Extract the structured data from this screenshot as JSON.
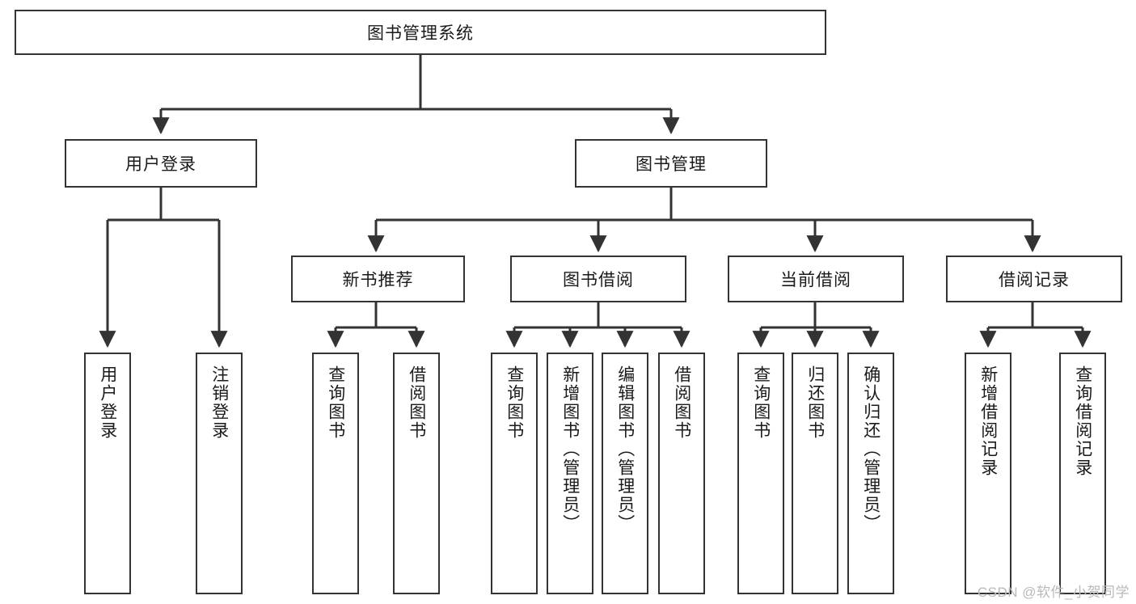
{
  "diagram": {
    "title": "图书管理系统",
    "type": "tree",
    "background_color": "#ffffff",
    "line_color": "#333333",
    "text_color": "#1a1a1a",
    "root": {
      "label": "图书管理系统"
    },
    "level1": [
      {
        "label": "用户登录"
      },
      {
        "label": "图书管理"
      }
    ],
    "level2": [
      {
        "label": "新书推荐"
      },
      {
        "label": "图书借阅"
      },
      {
        "label": "当前借阅"
      },
      {
        "label": "借阅记录"
      }
    ],
    "leaves": {
      "user_login": [
        {
          "label": "用户登录"
        },
        {
          "label": "注销登录"
        }
      ],
      "new_book_recommend": [
        {
          "label": "查询图书"
        },
        {
          "label": "借阅图书"
        }
      ],
      "book_borrow": [
        {
          "label": "查询图书"
        },
        {
          "label": "新增图书（管理员）"
        },
        {
          "label": "编辑图书（管理员）"
        },
        {
          "label": "借阅图书"
        }
      ],
      "current_borrow": [
        {
          "label": "查询图书"
        },
        {
          "label": "归还图书"
        },
        {
          "label": "确认归还（管理员）"
        }
      ],
      "borrow_record": [
        {
          "label": "新增借阅记录"
        },
        {
          "label": "查询借阅记录"
        }
      ]
    }
  },
  "watermark": {
    "text": "CSDN @软件_小贺同学"
  }
}
